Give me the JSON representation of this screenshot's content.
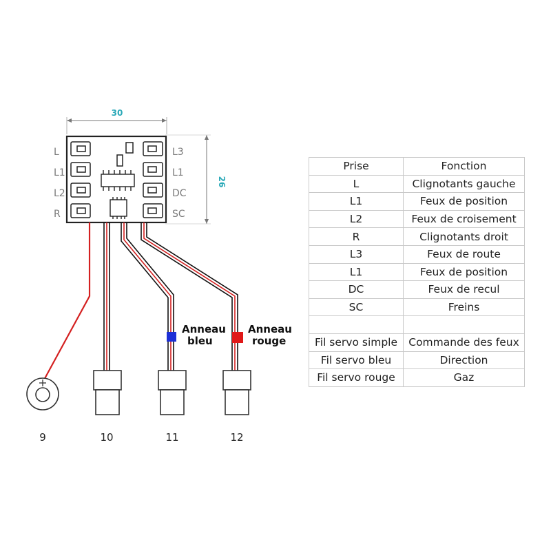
{
  "dimensions": {
    "width": "30",
    "height": "26"
  },
  "left_pins": [
    "L",
    "L1",
    "L2",
    "R"
  ],
  "right_pins": [
    "L3",
    "L1",
    "DC",
    "SC"
  ],
  "rings": {
    "blue_line1": "Anneau",
    "blue_line2": "bleu",
    "red_line1": "Anneau",
    "red_line2": "rouge"
  },
  "connectors": [
    "9",
    "10",
    "11",
    "12"
  ],
  "colors": {
    "wire_red": "#d42020",
    "wire_black": "#111111",
    "ring_blue": "#1d2fd6",
    "ring_red": "#e01818",
    "dimension": "#2aa9b8"
  },
  "table": {
    "header": {
      "prise": "Prise",
      "fonction": "Fonction"
    },
    "rows": [
      {
        "prise": "L",
        "fonction": "Clignotants gauche"
      },
      {
        "prise": "L1",
        "fonction": "Feux de position"
      },
      {
        "prise": "L2",
        "fonction": "Feux de croisement"
      },
      {
        "prise": "R",
        "fonction": "Clignotants droit"
      },
      {
        "prise": "L3",
        "fonction": "Feux de route"
      },
      {
        "prise": "L1",
        "fonction": "Feux de position"
      },
      {
        "prise": "DC",
        "fonction": "Feux de recul"
      },
      {
        "prise": "SC",
        "fonction": "Freins"
      },
      {
        "prise": "",
        "fonction": ""
      },
      {
        "prise": "Fil servo simple",
        "fonction": "Commande des feux"
      },
      {
        "prise": "Fil servo bleu",
        "fonction": "Direction"
      },
      {
        "prise": "Fil servo rouge",
        "fonction": "Gaz"
      }
    ]
  }
}
